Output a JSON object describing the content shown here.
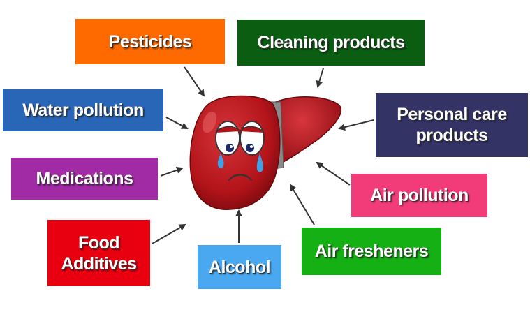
{
  "labels": {
    "pesticides": "Pesticides",
    "cleaning_products": "Cleaning products",
    "water_pollution": "Water pollution",
    "personal_care_products": "Personal care\nproducts",
    "medications": "Medications",
    "air_pollution": "Air pollution",
    "food_additives": "Food\nAdditives",
    "alcohol": "Alcohol",
    "air_fresheners": "Air fresheners"
  },
  "colors": {
    "pesticides": "#ff6a00",
    "cleaning_products": "#0b5d12",
    "water_pollution": "#2a66b8",
    "personal_care_products": "#333366",
    "medications": "#a12aa5",
    "air_pollution": "#f23c7a",
    "food_additives": "#e80010",
    "alcohol": "#4aa8f0",
    "air_fresheners": "#14b014",
    "liver": "#b3141a",
    "arrow": "#333333"
  },
  "icons": {
    "center": "sad-liver-icon",
    "connector": "arrow-icon"
  }
}
